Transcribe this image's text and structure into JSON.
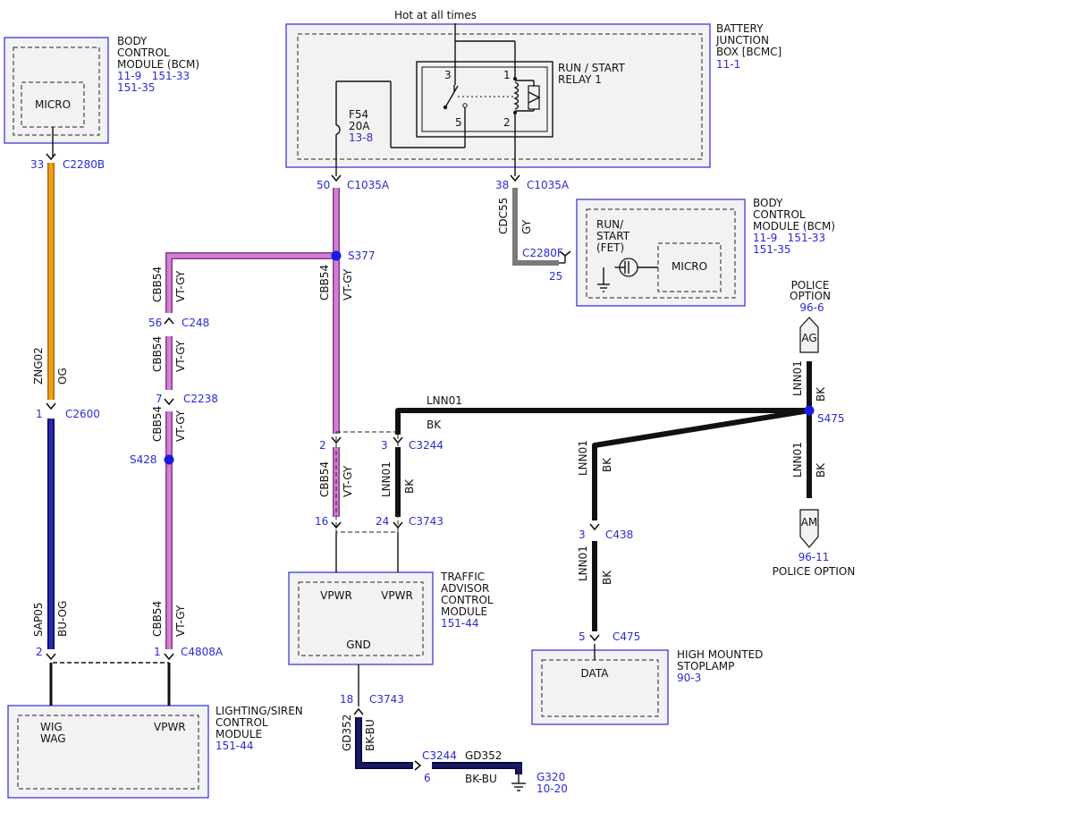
{
  "header": {
    "hot_label": "Hot at all times"
  },
  "modules": {
    "bcm_top": {
      "lines": [
        "BODY",
        "CONTROL",
        "MODULE (BCM)"
      ],
      "refs": [
        "11-9   151-33",
        "151-35"
      ],
      "inner": "MICRO"
    },
    "bjb": {
      "lines": [
        "BATTERY",
        "JUNCTION",
        "BOX [BCMC]"
      ],
      "ref": "11-1"
    },
    "relay": {
      "lines": [
        "RUN / START",
        "RELAY 1"
      ],
      "pins": [
        "3",
        "1",
        "5",
        "2"
      ]
    },
    "fuse": {
      "name": "F54",
      "rating": "20A",
      "ref": "13-8"
    },
    "bcm_right": {
      "lines": [
        "BODY",
        "CONTROL",
        "MODULE (BCM)"
      ],
      "refs": [
        "11-9   151-33",
        "151-35"
      ],
      "fet": [
        "RUN/",
        "START",
        "(FET)"
      ],
      "inner": "MICRO"
    },
    "tacm": {
      "lines": [
        "TRAFFIC",
        "ADVISOR",
        "CONTROL",
        "MODULE"
      ],
      "ref": "151-44",
      "pin1": "VPWR",
      "pin2": "VPWR",
      "gnd": "GND"
    },
    "hmsl": {
      "lines": [
        "HIGH MOUNTED",
        "STOPLAMP"
      ],
      "ref": "90-3",
      "pin": "DATA"
    },
    "lscm": {
      "lines": [
        "LIGHTING/SIREN",
        "CONTROL",
        "MODULE"
      ],
      "ref": "151-44",
      "pin1": [
        "WIG",
        "WAG"
      ],
      "pin2": "VPWR"
    }
  },
  "police": {
    "top": {
      "lines": [
        "POLICE",
        "OPTION"
      ],
      "ref": "96-6",
      "code": "AG"
    },
    "bottom": {
      "ref": "96-11",
      "label": "POLICE OPTION",
      "code": "AM"
    }
  },
  "connectors": {
    "c2280b": {
      "pin": "33",
      "name": "C2280B"
    },
    "c1035a_50": {
      "pin": "50",
      "name": "C1035A"
    },
    "c1035a_38": {
      "pin": "38",
      "name": "C1035A"
    },
    "c2280f": {
      "pin": "25",
      "name": "C2280F"
    },
    "c2600": {
      "pin": "1",
      "name": "C2600"
    },
    "c248": {
      "pin": "56",
      "name": "C248"
    },
    "c2238": {
      "pin": "7",
      "name": "C2238"
    },
    "c3244_2": {
      "pin": "2"
    },
    "c3244_3": {
      "pin": "3",
      "name": "C3244"
    },
    "c3743_16": {
      "pin": "16"
    },
    "c3743_24": {
      "pin": "24",
      "name": "C3743"
    },
    "c438": {
      "pin": "3",
      "name": "C438"
    },
    "c475": {
      "pin": "5",
      "name": "C475"
    },
    "c4808a_2": {
      "pin": "2"
    },
    "c4808a_1": {
      "pin": "1",
      "name": "C4808A"
    },
    "c3743_18": {
      "pin": "18",
      "name": "C3743"
    },
    "c3244_6": {
      "pin": "6",
      "name": "C3244"
    }
  },
  "splices": {
    "s377": "S377",
    "s428": "S428",
    "s475": "S475"
  },
  "ground": {
    "name": "G320",
    "ref": "10-20"
  },
  "wires": {
    "zng02": {
      "circuit": "ZNG02",
      "color": "OG",
      "hex": "#f0a020"
    },
    "sap05": {
      "circuit": "SAP05",
      "color": "BU-OG",
      "hex": "#2a2aa8"
    },
    "cbb54": {
      "circuit": "CBB54",
      "color": "VT-GY",
      "hex": "#d080d0"
    },
    "cdc55": {
      "circuit": "CDC55",
      "color": "GY",
      "hex": "#7a7a7a"
    },
    "lnn01": {
      "circuit": "LNN01",
      "color": "BK",
      "hex": "#111111"
    },
    "gd352": {
      "circuit": "GD352",
      "color": "BK-BU",
      "hex": "#1a1a60"
    }
  }
}
